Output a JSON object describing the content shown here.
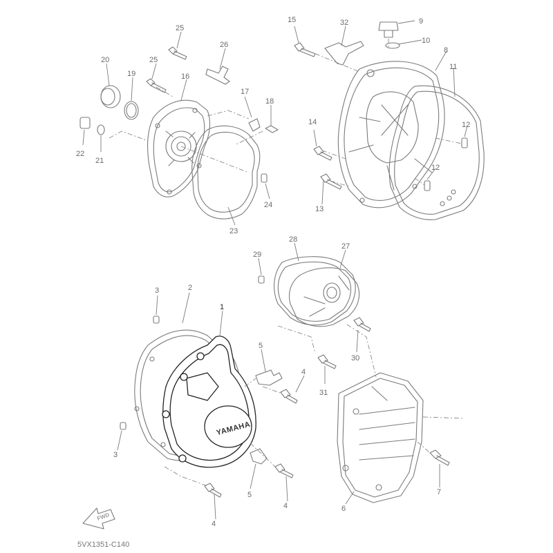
{
  "diagram": {
    "code": "5VX1351-C140",
    "fwd_label": "FWD",
    "logo_text": "YAMAHA",
    "callouts": [
      "1",
      "2",
      "3",
      "3",
      "4",
      "4",
      "4",
      "5",
      "5",
      "6",
      "7",
      "8",
      "9",
      "10",
      "11",
      "12",
      "12",
      "13",
      "14",
      "15",
      "16",
      "17",
      "18",
      "19",
      "20",
      "21",
      "22",
      "23",
      "24",
      "25",
      "25",
      "26",
      "27",
      "28",
      "29",
      "30",
      "31",
      "32"
    ]
  }
}
